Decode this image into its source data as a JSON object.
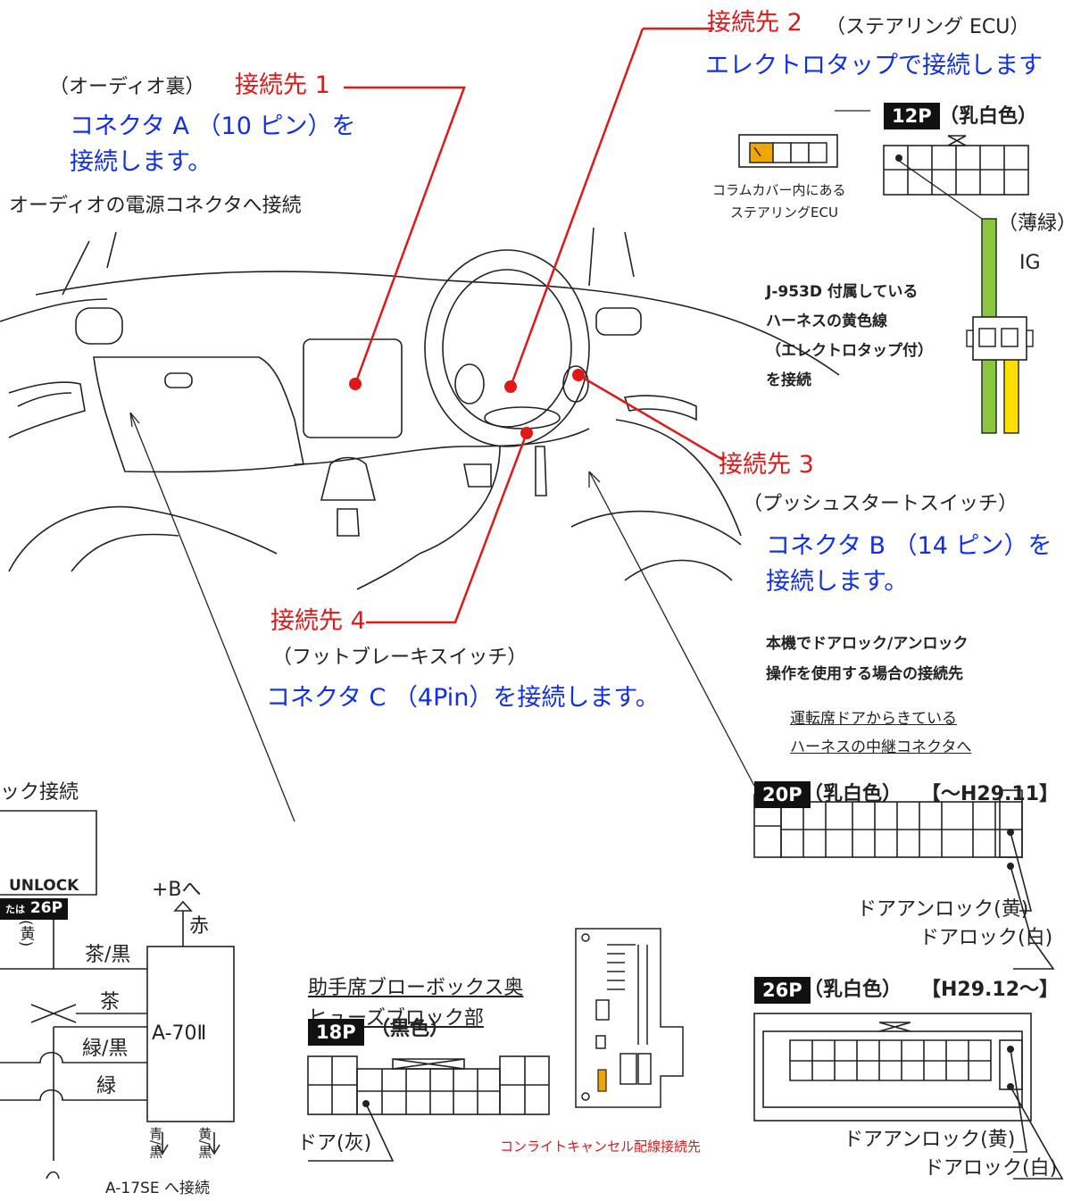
{
  "labels": {
    "conn1": {
      "paren": "（オーディオ裏）",
      "title": "接続先 1",
      "desc1": "コネクタ A （10 ピン）を",
      "desc2": "接続します。",
      "sub": "オーディオの電源コネクタへ接続"
    },
    "conn2": {
      "title": "接続先 2",
      "paren": "（ステアリング ECU）",
      "desc": "エレクトロタップで接続します"
    },
    "conn3": {
      "title": "接続先 3",
      "paren": "（プッシュスタートスイッチ）",
      "desc1": "コネクタ B （14 ピン）を",
      "desc2": "接続します。"
    },
    "conn4": {
      "title": "接続先 4",
      "paren": "（フットブレーキスイッチ）",
      "desc": "コネクタ C （4Pin）を接続します。"
    }
  },
  "ecu": {
    "tag": "12P",
    "color": "（乳白色）",
    "caption1": "コラムカバー内にある",
    "caption2": "ステアリングECU",
    "wire_color": "（薄緑）",
    "wire_name": "IG",
    "note": [
      "J-953D 付属している",
      "ハーネスの黄色線",
      "（エレクトロタップ付）",
      "を接続"
    ]
  },
  "door": {
    "title1": "本機でドアロック/アンロック",
    "title2": "操作を使用する場合の接続先",
    "loc1": "運転席ドアからきている",
    "loc2": "ハーネスの中継コネクタへ",
    "c20": {
      "tag": "20P",
      "color": "（乳白色）",
      "period": "【～H29.11】",
      "unlock": "ドアアンロック(黄)",
      "lock": "ドアロック(白)"
    },
    "c26": {
      "tag": "26P",
      "color": "（乳白色）",
      "period": "【H29.12～】",
      "unlock": "ドアアンロック(黄)",
      "lock": "ドアロック(白)"
    }
  },
  "fuse": {
    "loc1": "助手席ブローボックス奥",
    "loc2": "ヒューズブロック部",
    "tag": "18P",
    "color": "（黒色）",
    "wire": "ドア(灰)",
    "cancel": "コンライトキャンセル配線接続先"
  },
  "relay": {
    "header": "ック接続",
    "unlock": "UNLOCK",
    "tag_prefix": "たは",
    "tag": "26P",
    "plus_b": "+Bへ",
    "red": "赤",
    "yellow": "(黄)",
    "w1": "茶/黒",
    "w2": "茶",
    "w3": "緑/黒",
    "w4": "緑",
    "module": "A-70Ⅱ",
    "out1": "青/黒",
    "out2": "黄/黒",
    "footer": "A-17SE へ接続"
  }
}
